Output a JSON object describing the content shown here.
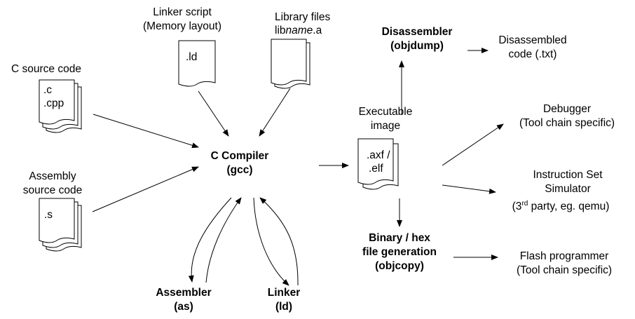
{
  "diagram": {
    "c_source": {
      "label": "C source code",
      "ext_1": ".c",
      "ext_2": ".cpp"
    },
    "asm_source": {
      "label_1": "Assembly",
      "label_2": "source code",
      "ext": ".s"
    },
    "linker_script": {
      "label_1": "Linker script",
      "label_2": "(Memory layout)",
      "ext": ".ld"
    },
    "library": {
      "label_1": "Library files",
      "label_prefix": "lib",
      "label_name": "name",
      "label_suffix": ".a"
    },
    "compiler": {
      "label_1": "C Compiler",
      "label_2": "(gcc)"
    },
    "assembler": {
      "label_1": "Assembler",
      "label_2": "(as)"
    },
    "linker": {
      "label_1": "Linker",
      "label_2": "(ld)"
    },
    "executable": {
      "label_1": "Executable",
      "label_2": "image",
      "ext_1": ".axf /",
      "ext_2": ".elf"
    },
    "disassembler": {
      "label_1": "Disassembler",
      "label_2": "(objdump)"
    },
    "disassembled": {
      "label_1": "Disassembled",
      "label_2": "code (.txt)"
    },
    "debugger": {
      "label_1": "Debugger",
      "label_2": "(Tool chain specific)"
    },
    "iss": {
      "label_1": "Instruction Set",
      "label_2": "Simulator",
      "label_3_pre": "(3",
      "label_3_sup": "rd",
      "label_3_post": " party, eg. qemu)"
    },
    "objcopy": {
      "label_1": "Binary / hex",
      "label_2": "file generation",
      "label_3": "(objcopy)"
    },
    "flash": {
      "label_1": "Flash programmer",
      "label_2": "(Tool chain specific)"
    }
  }
}
